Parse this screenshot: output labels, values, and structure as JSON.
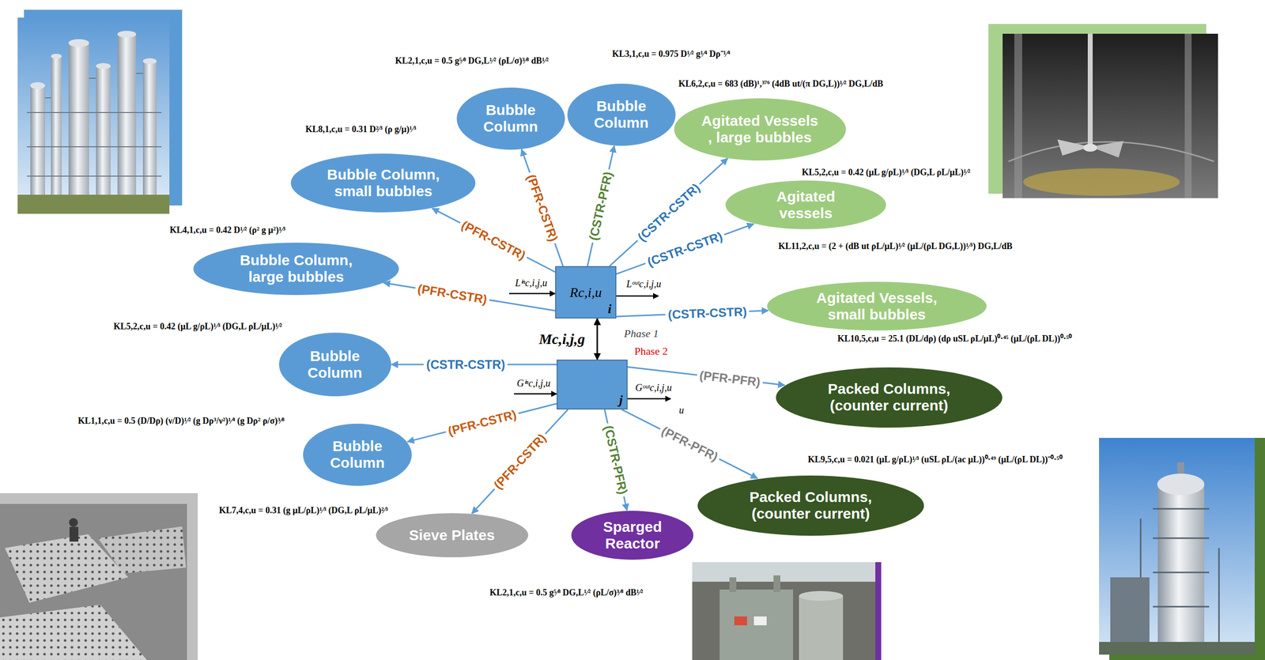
{
  "diagram": {
    "nodes": [
      {
        "text": [
          "Bubble Column"
        ]
      },
      {
        "text": [
          "Bubble Column"
        ]
      },
      {
        "text": [
          "Agitated Vessels , large bubbles"
        ]
      },
      {
        "text": [
          "Bubble Column, small bubbles"
        ]
      },
      {
        "text": [
          "Agitated vessels"
        ]
      },
      {
        "text": [
          "Bubble Column, large bubbles"
        ]
      },
      {
        "text": [
          "Rc,i,u",
          "i"
        ]
      },
      {
        "text": [
          "Agitated Vessels, small bubbles"
        ]
      },
      {
        "text": [
          "Bubble Column"
        ]
      },
      {
        "text": [
          "j"
        ]
      },
      {
        "text": [
          "Packed Columns, (counter current)"
        ]
      },
      {
        "text": [
          "Bubble Column"
        ]
      },
      {
        "text": [
          "Packed Columns, (counter current)"
        ]
      },
      {
        "text": [
          "Sieve Plates"
        ]
      },
      {
        "text": [
          "Sparged Reactor"
        ]
      }
    ],
    "edges": [
      {
        "from": 6,
        "to": 0,
        "arrow": "to",
        "label": "(PFR-CSTR)"
      },
      {
        "from": 6,
        "to": 1,
        "arrow": "to",
        "label": "(CSTR-PFR)"
      },
      {
        "from": 6,
        "to": 2,
        "arrow": "to",
        "label": "(CSTR-CSTR)"
      },
      {
        "from": 6,
        "to": 3,
        "arrow": "to",
        "label": "(PFR-CSTR)"
      },
      {
        "from": 6,
        "to": 4,
        "arrow": "to",
        "label": "(CSTR-CSTR)"
      },
      {
        "from": 6,
        "to": 5,
        "arrow": "to",
        "label": "(PFR-CSTR)"
      },
      {
        "from": 6,
        "to": 7,
        "arrow": "to",
        "label": "(CSTR-CSTR)"
      },
      {
        "from": 6,
        "to": 9,
        "arrow": "both",
        "label": "Mc,i,j,g"
      },
      {
        "from": 9,
        "to": 8,
        "arrow": "to",
        "label": "(CSTR-CSTR)"
      },
      {
        "from": 9,
        "to": 10,
        "arrow": "to",
        "label": "(PFR-PFR)"
      },
      {
        "from": 9,
        "to": 11,
        "arrow": "to",
        "label": "(PFR-CSTR)"
      },
      {
        "from": 9,
        "to": 12,
        "arrow": "to",
        "label": "(PFR-PFR)"
      },
      {
        "from": 9,
        "to": 13,
        "arrow": "to",
        "label": "(PFR-CSTR)"
      },
      {
        "from": 9,
        "to": 14,
        "arrow": "to",
        "label": "(CSTR-PFR)"
      }
    ],
    "labels": [
      "KL3,1,c,u = 0.975 D¹⁄² g¹⁄⁴ Dρ⁻¹⁄⁴",
      "KL2,1,c,u = 0.5 g⁵⁄⁸ DG,L¹⁄² (ρL/σ)³⁄⁸ dB¹⁄²",
      "KL6,2,c,u = 683 (dB)¹,³⁷⁶ (4dB ut/(π DG,L))¹⁄² DG,L/dB",
      "KL8,1,c,u = 0.31 D²⁄³ (ρ g/μ)¹⁄³",
      "KL5,2,c,u = 0.42 (μL g/ρL)¹⁄³ (DG,L ρL/μL)¹⁄²",
      "KL4,1,c,u = 0.42 D¹⁄² (ρ² g μ²)¹⁄³",
      "KL11,2,c,u = (2 + (dB ut ρL/μL)¹⁄² (μL/(ρL DG,L))¹⁄³) DG,L/dB",
      "Lⁱⁿc,i,j,u",
      "Lᵒᵘᵗc,i,j,u",
      "KL5,2,c,u = 0.42 (μL g/ρL)¹⁄³ (DG,L ρL/μL)¹⁄²",
      "Phase 1",
      "KL10,5,c,u = 25.1 (DL/dρ) (dρ uSL ρL/μL)⁰·⁴⁵ (μL/(ρL DL))⁰·⁵⁰",
      "Phase 2",
      "Gⁱⁿc,i,j,u",
      "Gᵒᵘᵗc,i,j,u",
      "u",
      "KL1,1,c,u = 0.5 (D/Dρ) (ν/D)¹⁄² (g Dρ³/ν²)¹⁄⁴ (g Dρ² ρ/σ)³⁄⁸",
      "KL9,5,c,u = 0.021 (μL g/ρL)¹⁄³ (uSL ρL/(ac μL))⁰·⁴⁹ (μL/(ρL DL))⁻⁰·⁵⁰",
      "KL7,4,c,u = 0.31 (g μL/ρL)¹⁄³ (DG,L ρL/μL)²⁄³",
      "KL2,1,c,u = 0.5 g⁵⁄⁸ DG,L¹⁄² (ρL/σ)³⁄⁸ dB¹⁄²"
    ]
  }
}
